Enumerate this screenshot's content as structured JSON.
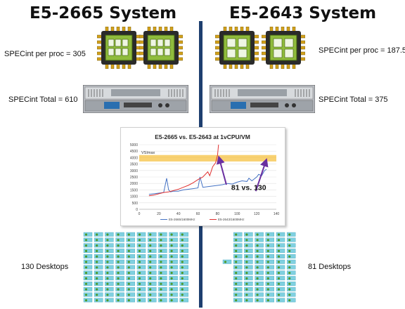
{
  "left": {
    "title": "E5-2665 System",
    "specint_per_proc": "SPECint per proc = 305",
    "specint_total": "SPECint Total = 610",
    "desktops": "130 Desktops"
  },
  "right": {
    "title": "E5-2643 System",
    "specint_per_proc": "SPECint per proc = 187.5",
    "specint_total": "SPECint Total = 375",
    "desktops": "81 Desktops"
  },
  "colors": {
    "divider": "#1e3f6f",
    "series_blue": "#4472c4",
    "series_red": "#e03030",
    "vsimax_band": "#f5c242",
    "arrow": "#6a2fa0",
    "desktop_icon": "#7fd0e0"
  },
  "chart_data": {
    "type": "line",
    "title": "E5-2665 vs. E5-2643 at 1vCPU/VM",
    "annotation": "81 vs. 130",
    "band_label": "VSImax",
    "band_value": 3950,
    "xlim": [
      0,
      140
    ],
    "ylim": [
      0,
      5000
    ],
    "xticks": [
      "0",
      "20",
      "40",
      "60",
      "80",
      "100",
      "120",
      "140"
    ],
    "yticks": [
      "0",
      "500",
      "1000",
      "1500",
      "2000",
      "2500",
      "3000",
      "3500",
      "4000",
      "4500",
      "5000"
    ],
    "series": [
      {
        "name": "E5-2665/1600MHz",
        "color": "#4472c4",
        "x": [
          10,
          15,
          20,
          25,
          28,
          30,
          32,
          35,
          40,
          45,
          50,
          55,
          60,
          62,
          65,
          70,
          75,
          80,
          85,
          90,
          95,
          100,
          105,
          110,
          112,
          115,
          120,
          122,
          125,
          128,
          130
        ],
        "y": [
          1150,
          1200,
          1250,
          1300,
          2400,
          1500,
          1350,
          1400,
          1400,
          1500,
          1550,
          1600,
          1650,
          2500,
          1700,
          1750,
          1800,
          1850,
          1900,
          2000,
          1950,
          2100,
          2200,
          2150,
          2400,
          2200,
          2500,
          2700,
          2600,
          3000,
          3100
        ]
      },
      {
        "name": "E5-2643/1600MHz",
        "color": "#e03030",
        "x": [
          10,
          15,
          20,
          25,
          30,
          35,
          40,
          45,
          50,
          55,
          60,
          65,
          70,
          72,
          75,
          78,
          80,
          81
        ],
        "y": [
          1050,
          1100,
          1200,
          1300,
          1350,
          1450,
          1550,
          1700,
          1850,
          2050,
          2300,
          2500,
          2900,
          2600,
          3300,
          3600,
          4200,
          5000
        ]
      }
    ]
  }
}
